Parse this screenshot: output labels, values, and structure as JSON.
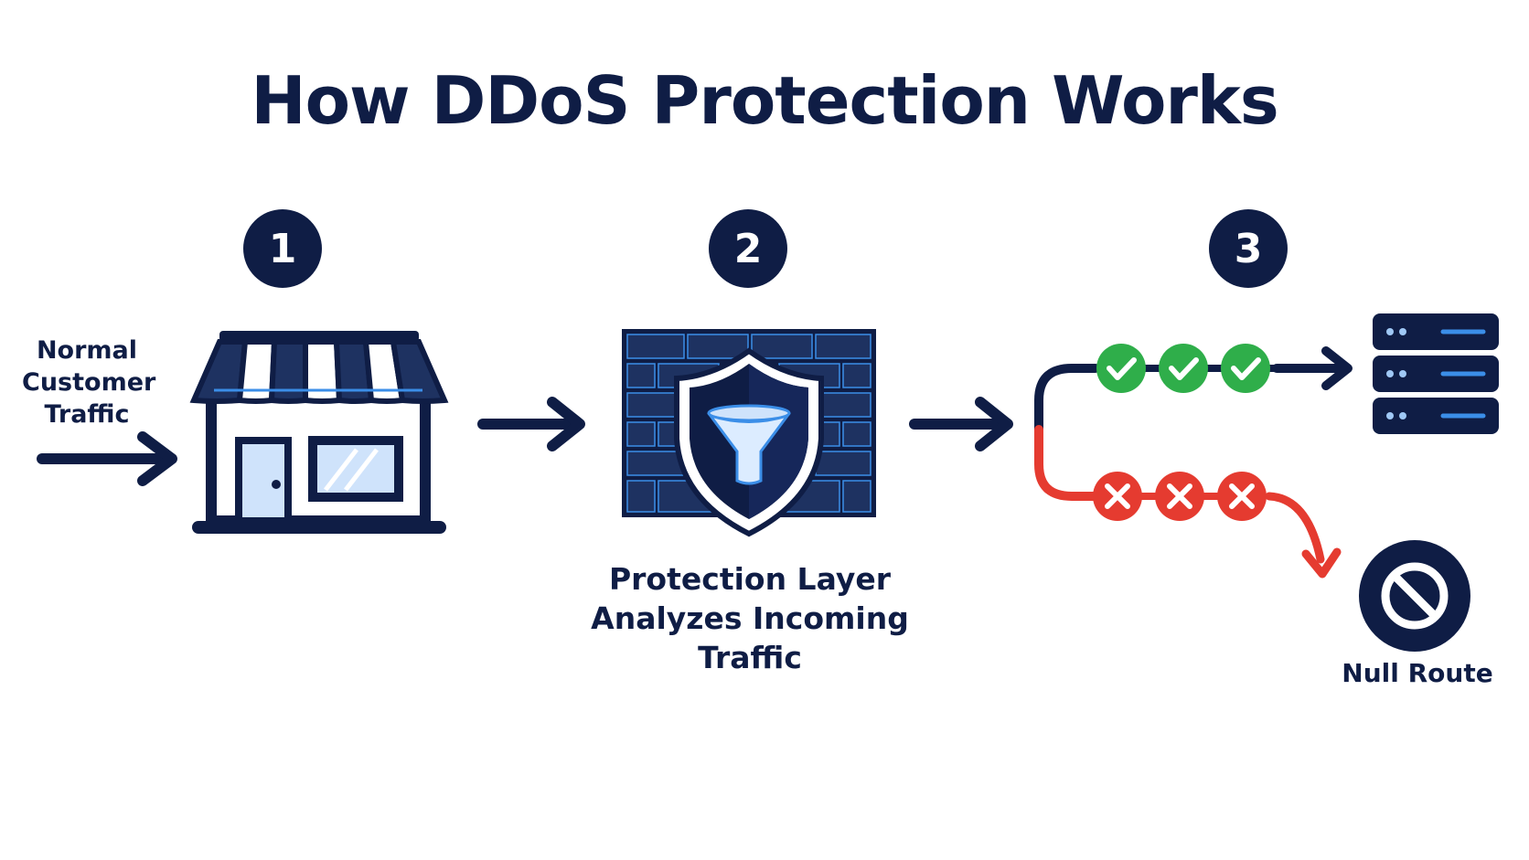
{
  "title": "How DDoS Protection Works",
  "steps": [
    {
      "number": "1"
    },
    {
      "number": "2"
    },
    {
      "number": "3"
    }
  ],
  "labels": {
    "normal_traffic": "Normal Customer Traffic",
    "protection_layer": "Protection Layer Analyzes Incoming Traffic",
    "null_route": "Null Route"
  },
  "icons": {
    "store": "storefront-icon",
    "firewall": "brick-wall-shield-filter-icon",
    "server": "server-rack-icon",
    "allowed": "check-circle-icon",
    "blocked": "x-circle-icon",
    "null_route": "prohibited-icon"
  },
  "colors": {
    "navy": "#0f1d45",
    "accent_blue": "#3b8ee8",
    "light_blue": "#cfe3fb",
    "allowed_green": "#2fae4a",
    "blocked_red": "#e53b30"
  }
}
